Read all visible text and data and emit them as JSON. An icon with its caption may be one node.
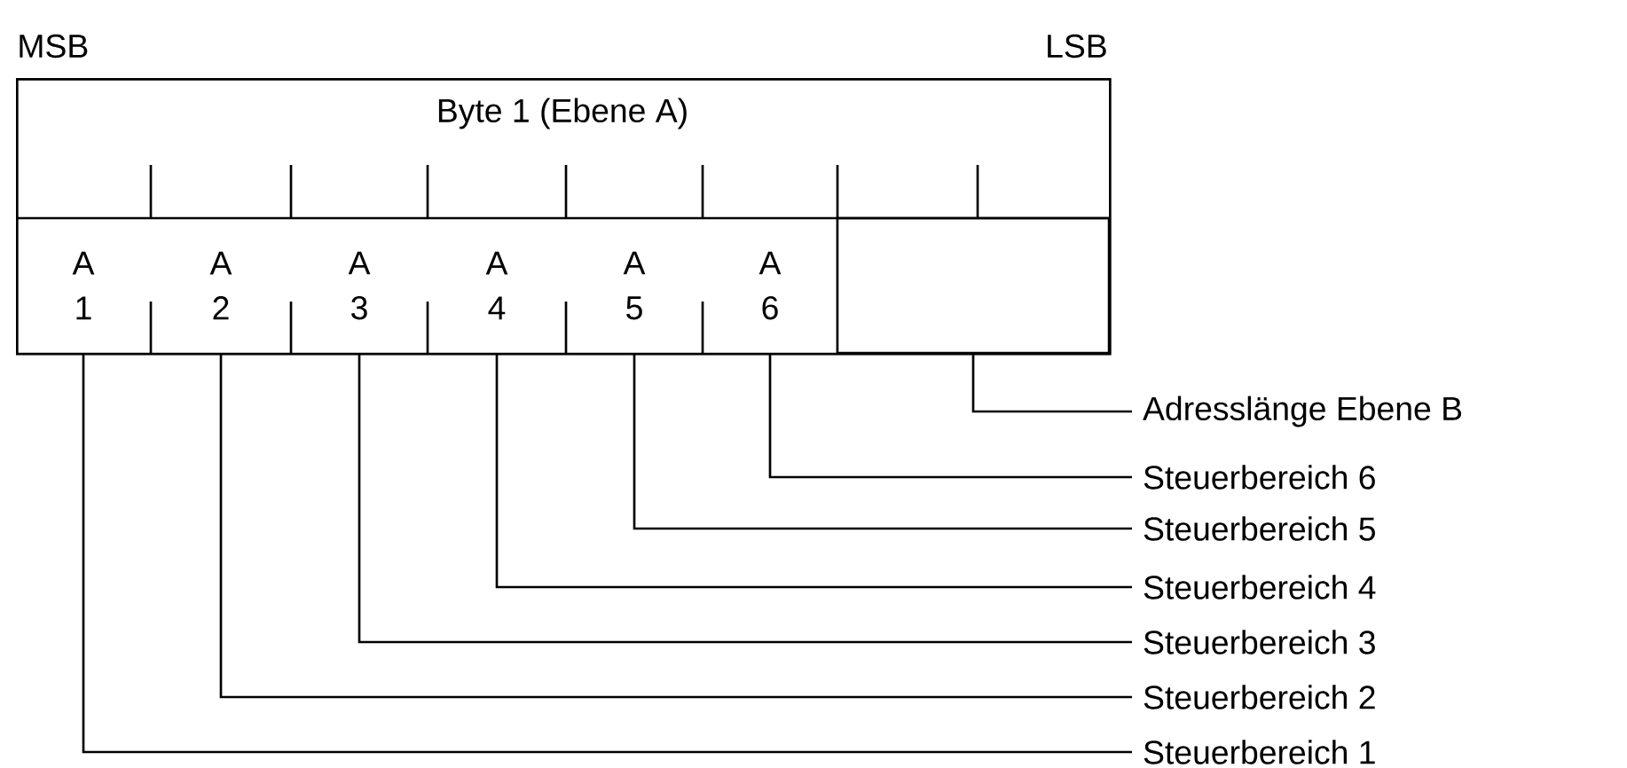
{
  "diagram": {
    "nodes": [
      {
        "text": [
          "Byte 1 (Ebene A)"
        ]
      },
      {
        "text": [
          "A 1"
        ],
        "in": 0
      },
      {
        "text": [
          "A 2"
        ],
        "in": 0
      },
      {
        "text": [
          "A 3"
        ],
        "in": 0
      },
      {
        "text": [
          "A 4"
        ],
        "in": 0
      },
      {
        "text": [
          "A 5"
        ],
        "in": 0
      },
      {
        "text": [
          "A 6"
        ],
        "in": 0
      },
      {
        "text": [],
        "shape": "box",
        "in": 0
      },
      {
        "text": [
          "Adresslänge Ebene B"
        ]
      },
      {
        "text": [
          "Steuerbereich 6"
        ]
      },
      {
        "text": [
          "Steuerbereich 5"
        ]
      },
      {
        "text": [
          "Steuerbereich 4"
        ]
      },
      {
        "text": [
          "Steuerbereich 3"
        ]
      },
      {
        "text": [
          "Steuerbereich 2"
        ]
      },
      {
        "text": [
          "Steuerbereich 1"
        ]
      }
    ],
    "edges": [
      {
        "from": 8,
        "to": 7,
        "arrow": "none"
      },
      {
        "from": 9,
        "to": 6,
        "arrow": "none"
      },
      {
        "from": 10,
        "to": 5,
        "arrow": "none"
      },
      {
        "from": 11,
        "to": 4,
        "arrow": "none"
      },
      {
        "from": 12,
        "to": 3,
        "arrow": "none"
      },
      {
        "from": 13,
        "to": 2,
        "arrow": "none"
      },
      {
        "from": 14,
        "to": 1,
        "arrow": "none"
      }
    ],
    "labels": [
      "MSB",
      "LSB"
    ]
  }
}
